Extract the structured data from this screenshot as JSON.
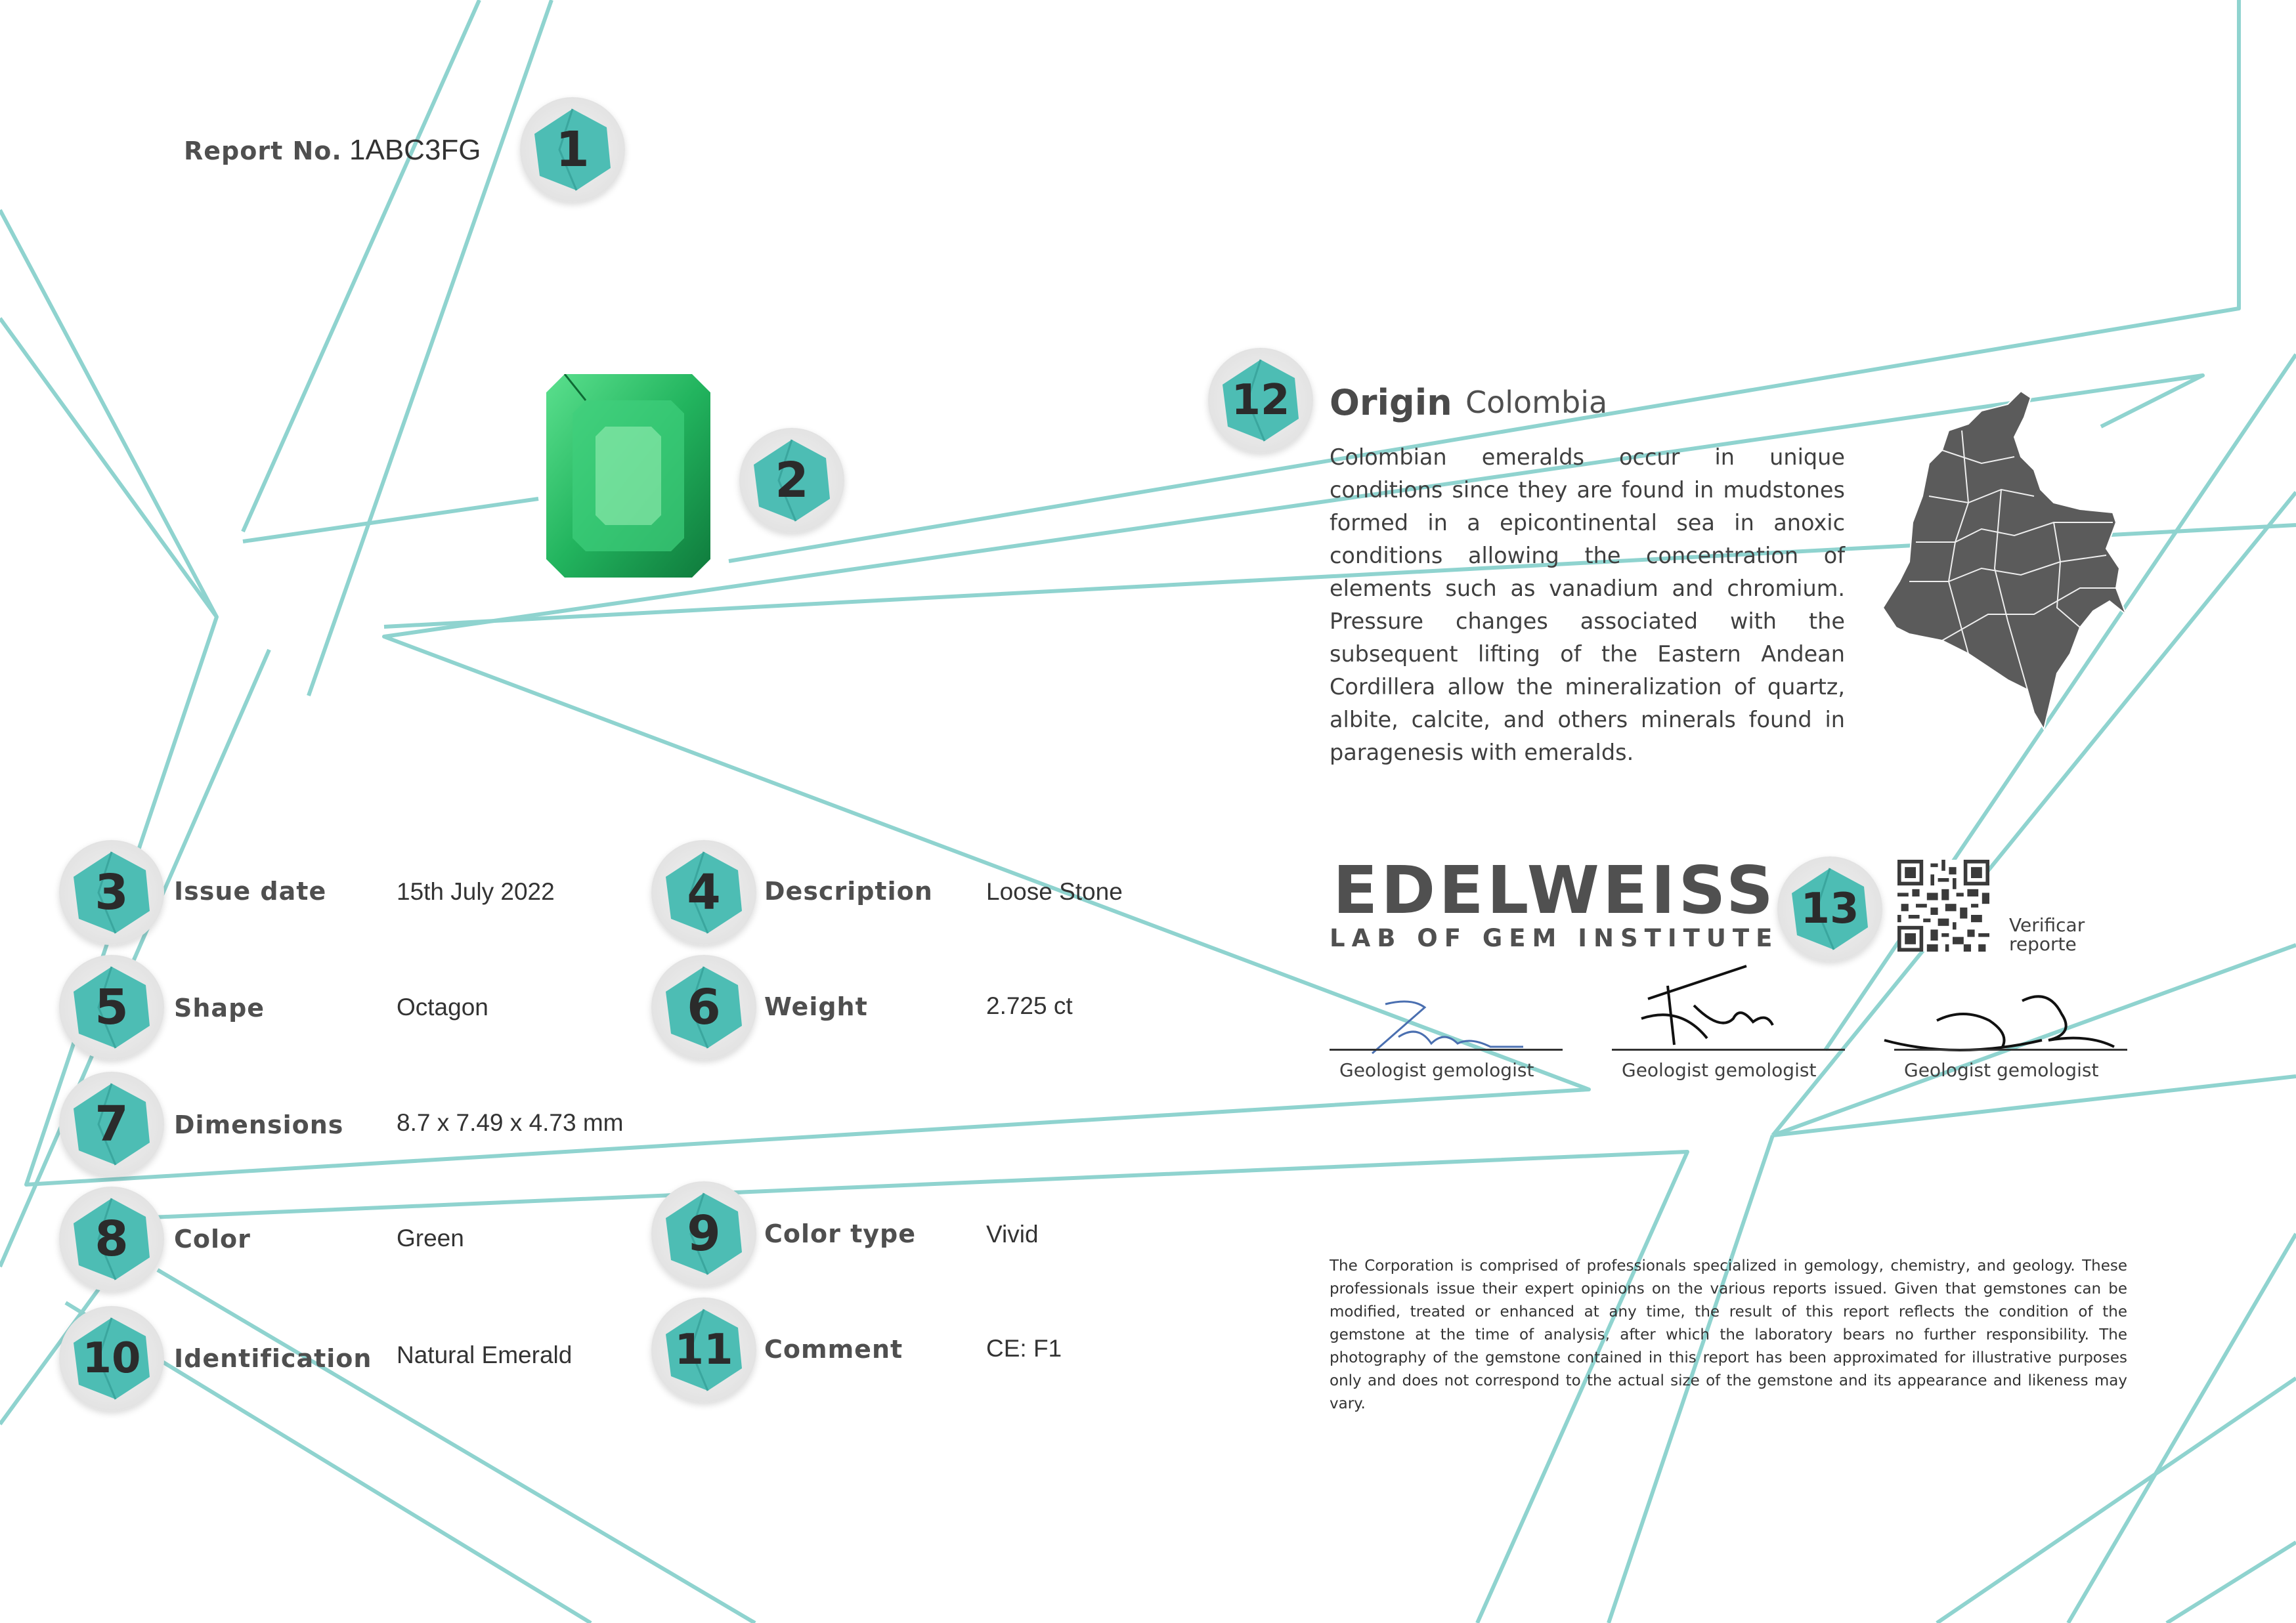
{
  "report": {
    "label": "Report No.",
    "number": "1ABC3FG"
  },
  "badges": [
    "1",
    "2",
    "3",
    "4",
    "5",
    "6",
    "7",
    "8",
    "9",
    "10",
    "11",
    "12",
    "13"
  ],
  "fields": {
    "issue_date": {
      "label": "Issue date",
      "value": "15th July 2022"
    },
    "description": {
      "label": "Description",
      "value": "Loose Stone"
    },
    "shape": {
      "label": "Shape",
      "value": "Octagon"
    },
    "weight": {
      "label": "Weight",
      "value": "2.725 ct"
    },
    "dimensions": {
      "label": "Dimensions",
      "value": "8.7 x 7.49 x 4.73 mm"
    },
    "color": {
      "label": "Color",
      "value": "Green"
    },
    "color_type": {
      "label": "Color type",
      "value": "Vivid"
    },
    "identification": {
      "label": "Identification",
      "value": "Natural Emerald"
    },
    "comment": {
      "label": "Comment",
      "value": "CE: F1"
    }
  },
  "origin": {
    "label": "Origin",
    "value": "Colombia",
    "text": "Colombian emeralds occur in unique conditions since they are found in mudstones formed in a epicontinental sea in anoxic conditions allowing the concentration of elements such as vanadium and chromium. Pressure changes associated with the subsequent lifting of the Eastern Andean Cordillera allow the mineralization of quartz, albite, calcite, and others minerals found in paragenesis with emeralds."
  },
  "brand": {
    "name": "EDELWEISS",
    "subtitle": "LAB OF GEM INSTITUTE"
  },
  "verify": {
    "label": "Verificar reporte"
  },
  "signatures": [
    "Geologist gemologist",
    "Geologist gemologist",
    "Geologist gemologist"
  ],
  "disclaimer": "The Corporation is comprised of professionals specialized in gemology, chemistry, and geology. These professionals issue their expert opinions on the various reports issued. Given that gemstones can be modified, treated or enhanced at any time, the result of this report reflects the condition of the gemstone at the time of analysis, after which the laboratory bears no further responsibility. The photography of the gemstone contained in this report has been approximated for illustrative purposes only and does not correspond to the actual size of the gemstone and its appearance and likeness may vary.",
  "icons": {
    "gem": "emerald-gem-icon",
    "map": "colombia-map-icon",
    "qr": "qr-code-icon"
  },
  "colors": {
    "line": "#8fd3cf",
    "badge": "#4dbdb4",
    "badge_dark": "#3aa69e",
    "emerald": "#2fbf6a",
    "text": "#4a4a4a"
  }
}
